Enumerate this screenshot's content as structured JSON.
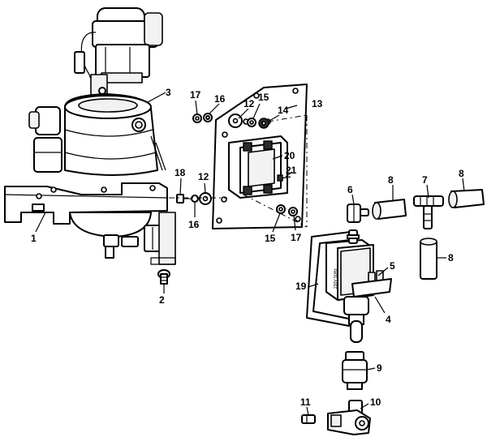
{
  "diagram": {
    "callouts": [
      "1",
      "2",
      "3",
      "4",
      "5",
      "6",
      "7",
      "8",
      "8",
      "8",
      "9",
      "10",
      "11",
      "12",
      "12",
      "13",
      "14",
      "15",
      "15",
      "16",
      "16",
      "17",
      "17",
      "18",
      "19",
      "20",
      "21"
    ],
    "coil_text": "230V 50Hz"
  }
}
